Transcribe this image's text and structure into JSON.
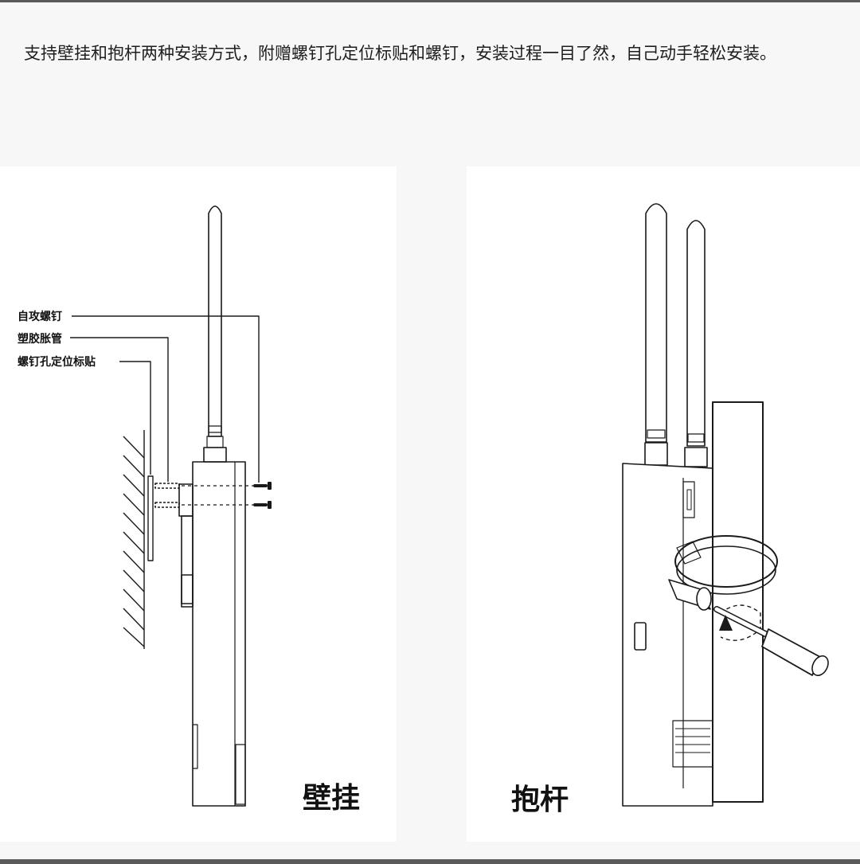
{
  "intro": {
    "text": "支持壁挂和抱杆两种安装方式，附赠螺钉孔定位标贴和螺钉，安装过程一目了然，自己动手轻松安装。"
  },
  "wall_mount": {
    "caption": "壁挂",
    "callouts": [
      {
        "label": "自攻螺钉"
      },
      {
        "label": "塑胶胀管"
      },
      {
        "label": "螺钉孔定位标贴"
      }
    ]
  },
  "pole_mount": {
    "caption": "抱杆"
  },
  "colors": {
    "band": "#f7f7f7",
    "rule": "#5a5a5a",
    "line": "#1a1a1a"
  }
}
